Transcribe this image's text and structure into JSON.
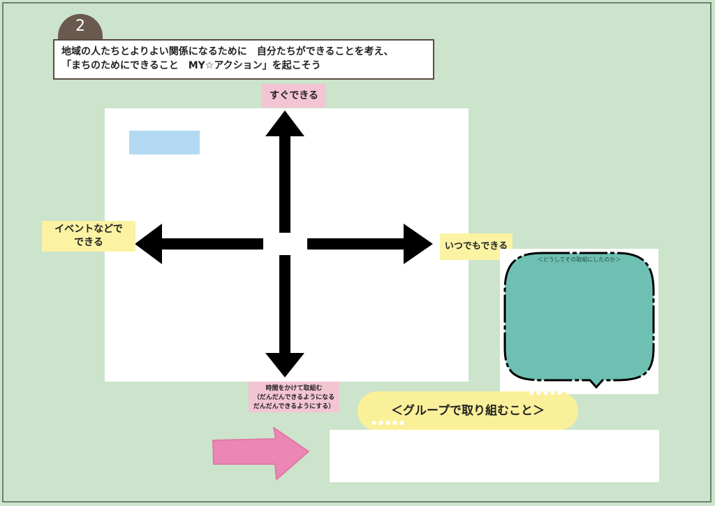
{
  "step": {
    "number": "2"
  },
  "title": {
    "line1": "地域の人たちとよりよい関係になるために　自分たちができることを考え、",
    "line2": "「まちのためにできること　MY☆アクション」を起こそう"
  },
  "axis": {
    "top": "すぐできる",
    "left_line1": "イベントなどで",
    "left_line2": "できる",
    "right": "いつでもできる",
    "bottom_line1": "時間をかけて取組む",
    "bottom_line2": "（だんだんできるようになる",
    "bottom_line3": "だんだんできるようにする）"
  },
  "bubble": {
    "caption": "＜どうしてその取組にしたのか＞"
  },
  "group": {
    "label": "＜グループで取り組むこと＞"
  },
  "colors": {
    "background": "#cbe4cb",
    "arrow": "#000000",
    "bubble_fill": "#6ec0b2",
    "pink_arrow": "#ec86b4",
    "pill": "#fbf09a",
    "blue_tag": "#b3d9f2"
  }
}
